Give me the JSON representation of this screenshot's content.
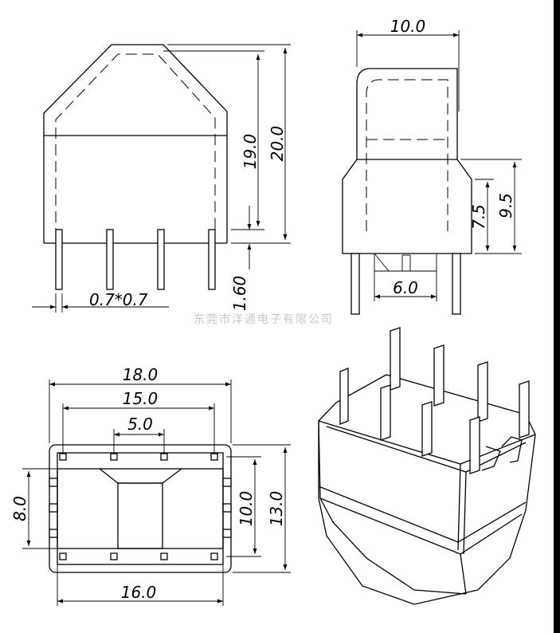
{
  "front_view": {
    "dim_height_body": "19.0",
    "dim_height_total": "20.0",
    "dim_pin_section": "0.7*0.7",
    "dim_pin_length": "1.60"
  },
  "side_view": {
    "dim_width_top": "10.0",
    "dim_shoulder_a": "7.5",
    "dim_shoulder_b": "9.5",
    "dim_pin_spacing": "6.0"
  },
  "watermark": "东莞市洋通电子有限公司",
  "bottom_view": {
    "dim_outer_width": "18.0",
    "dim_pin_row": "15.0",
    "dim_inner_pins": "5.0",
    "dim_core_width": "8.0",
    "dim_pin_pitch": "10.0",
    "dim_outer_height": "13.0",
    "dim_base_width": "16.0"
  },
  "colors": {
    "ink": "#000000",
    "watermark": "#c8c8c8",
    "background": "#ffffff",
    "frame": "#000000"
  }
}
